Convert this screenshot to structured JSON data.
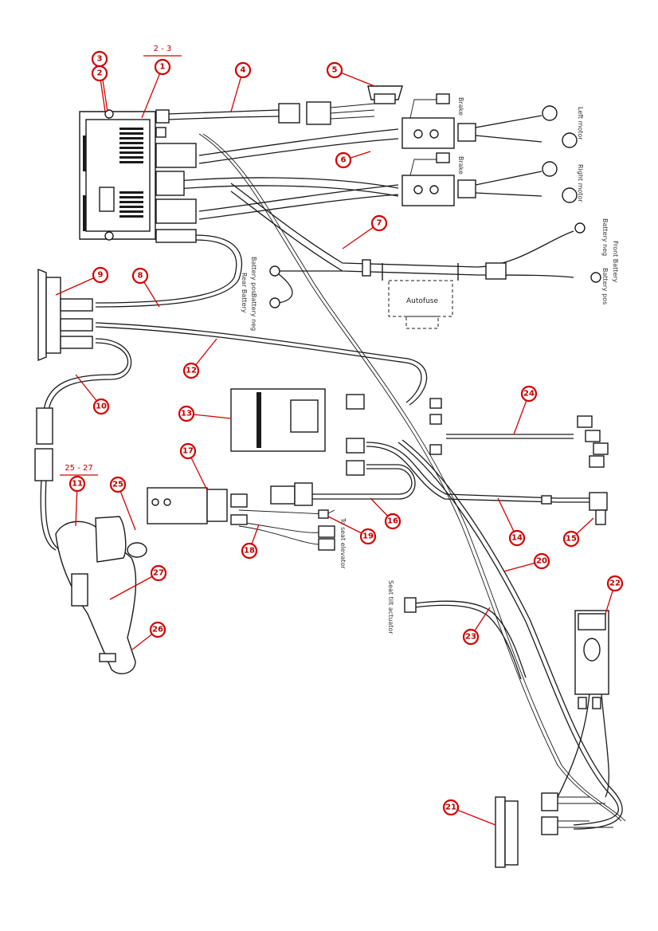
{
  "group_labels": {
    "top": "2 - 3",
    "joystick": "25 - 27"
  },
  "callouts": [
    {
      "id": "c1",
      "label": "1"
    },
    {
      "id": "c2",
      "label": "2"
    },
    {
      "id": "c3",
      "label": "3"
    },
    {
      "id": "c4",
      "label": "4"
    },
    {
      "id": "c5",
      "label": "5"
    },
    {
      "id": "c6",
      "label": "6"
    },
    {
      "id": "c7",
      "label": "7"
    },
    {
      "id": "c8",
      "label": "8"
    },
    {
      "id": "c9",
      "label": "9"
    },
    {
      "id": "c10",
      "label": "10"
    },
    {
      "id": "c11",
      "label": "11"
    },
    {
      "id": "c12",
      "label": "12"
    },
    {
      "id": "c13",
      "label": "13"
    },
    {
      "id": "c14",
      "label": "14"
    },
    {
      "id": "c15",
      "label": "15"
    },
    {
      "id": "c16",
      "label": "16"
    },
    {
      "id": "c17",
      "label": "17"
    },
    {
      "id": "c18",
      "label": "18"
    },
    {
      "id": "c19",
      "label": "19"
    },
    {
      "id": "c20",
      "label": "20"
    },
    {
      "id": "c21",
      "label": "21"
    },
    {
      "id": "c22",
      "label": "22"
    },
    {
      "id": "c23",
      "label": "23"
    },
    {
      "id": "c24",
      "label": "24"
    },
    {
      "id": "c25",
      "label": "25"
    },
    {
      "id": "c26",
      "label": "26"
    },
    {
      "id": "c27",
      "label": "27"
    }
  ],
  "labels": {
    "brake_1": "Brake",
    "brake_2": "Brake",
    "left_motor": "Left motor",
    "right_motor": "Right motor",
    "front_battery": "Front Battery",
    "battery_neg_front": "Battery neg",
    "battery_pos_front": "Battery pos",
    "battery_pos_rear": "Battery pos",
    "battery_neg_rear": "Battery neg",
    "rear_battery": "Rear Battery",
    "autofuse": "Autofuse",
    "to_seat_elevator": "To seat elevator",
    "seat_tilt_actuator": "Seat tilt actuator"
  },
  "colors": {
    "callout": "#d40000",
    "line": "#1a1a1a"
  }
}
